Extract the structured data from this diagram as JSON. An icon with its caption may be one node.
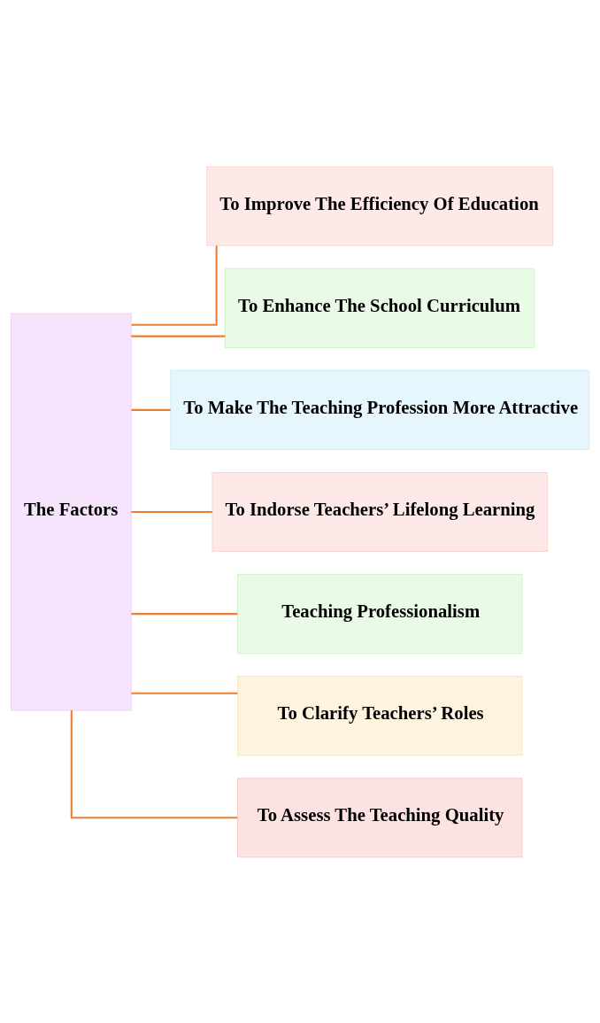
{
  "diagram": {
    "nodes": [
      {
        "text": [
          "The Factors"
        ]
      },
      {
        "text": [
          "To Improve The Efficiency Of Education"
        ]
      },
      {
        "text": [
          "To Enhance The School Curriculum"
        ]
      },
      {
        "text": [
          "To Make The Teaching Profession More Attractive"
        ]
      },
      {
        "text": [
          "To Indorse Teachers’ Lifelong Learning"
        ]
      },
      {
        "text": [
          "Teaching Professionalism"
        ]
      },
      {
        "text": [
          "To Clarify Teachers’ Roles"
        ]
      },
      {
        "text": [
          "To Assess The Teaching Quality"
        ]
      }
    ],
    "edges": [
      {
        "from": 0,
        "to": 1,
        "arrow": "none"
      },
      {
        "from": 0,
        "to": 2,
        "arrow": "none"
      },
      {
        "from": 0,
        "to": 3,
        "arrow": "none"
      },
      {
        "from": 0,
        "to": 4,
        "arrow": "none"
      },
      {
        "from": 0,
        "to": 5,
        "arrow": "none"
      },
      {
        "from": 0,
        "to": 6,
        "arrow": "none"
      },
      {
        "from": 0,
        "to": 7,
        "arrow": "none"
      }
    ]
  }
}
